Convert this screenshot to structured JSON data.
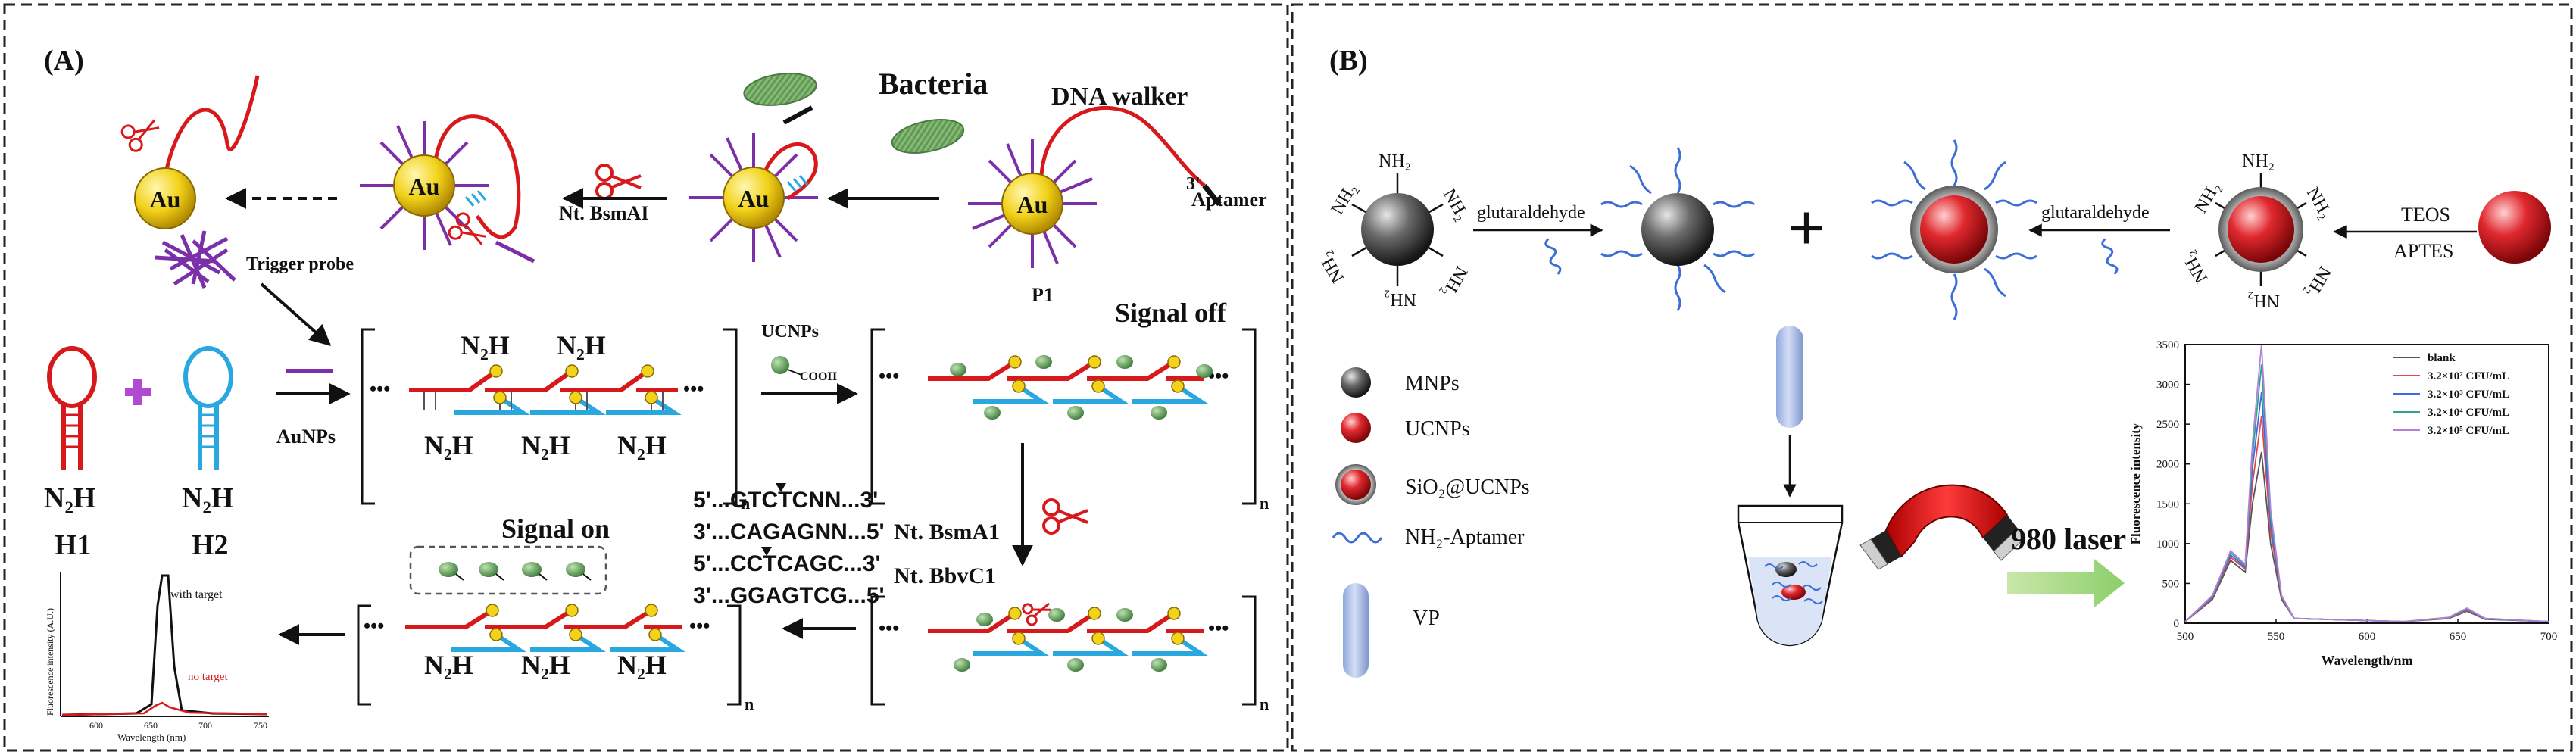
{
  "panel_a": {
    "label": "(A)",
    "bacteria": "Bacteria",
    "dna_walker": "DNA walker",
    "aptamer": "Aptamer",
    "three_prime": "3'",
    "p1": "P1",
    "au": "Au",
    "nt_bsmai": "Nt. BsmAI",
    "trigger_probe": "Trigger probe",
    "n2h": "N₂H",
    "h1": "H1",
    "h2": "H2",
    "aunps": "AuNPs",
    "ucnps": "UCNPs",
    "cooh": "COOH",
    "signal_off": "Signal off",
    "signal_on": "Signal on",
    "n": "n",
    "dots": "•••",
    "seq1": "5'...GTCTCNN...3'",
    "seq2": "3'...CAGAGNN...5'",
    "seq3": "5'...CCTCAGC...3'",
    "seq4": "3'...GGAGTCG...5'",
    "nt_bsma1": "Nt. BsmA1",
    "nt_bbvc1": "Nt. BbvC1",
    "inset": {
      "with_target": "with target",
      "no_target": "no target",
      "xlabel": "Wavelength (nm)",
      "ylabel": "Fluorescence intensity (A.U.)",
      "ticks": [
        "600",
        "650",
        "700",
        "750"
      ]
    },
    "colors": {
      "red": "#d7191c",
      "blue": "#29a8e0",
      "purple": "#7b2fa8",
      "gold": "#e6c200",
      "green": "#3a9a3a"
    }
  },
  "panel_b": {
    "label": "(B)",
    "nh2": "NH₂",
    "glutaraldehyde": "glutaraldehyde",
    "teos": "TEOS",
    "aptes": "APTES",
    "plus": "+",
    "laser": "980 laser",
    "legend": [
      {
        "key": "mnps",
        "label": "MNPs"
      },
      {
        "key": "ucnps",
        "label": "UCNPs"
      },
      {
        "key": "sio2",
        "label": "SiO₂@UCNPs"
      },
      {
        "key": "aptamer",
        "label": "NH₂-Aptamer"
      },
      {
        "key": "vp",
        "label": "VP"
      }
    ]
  },
  "chart_data": {
    "type": "line",
    "xlabel": "Wavelength/nm",
    "ylabel": "Fluorescence intensity",
    "xlim": [
      500,
      700
    ],
    "ylim": [
      0,
      3500
    ],
    "xticks": [
      500,
      550,
      600,
      650,
      700
    ],
    "yticks": [
      0,
      500,
      1000,
      1500,
      2000,
      2500,
      3000,
      3500
    ],
    "legend_position": "top-right",
    "series": [
      {
        "name": "blank",
        "color": "#555555",
        "points": [
          [
            500,
            20
          ],
          [
            515,
            300
          ],
          [
            525,
            790
          ],
          [
            533,
            640
          ],
          [
            537,
            1500
          ],
          [
            542,
            2150
          ],
          [
            547,
            1000
          ],
          [
            553,
            300
          ],
          [
            560,
            60
          ],
          [
            620,
            20
          ],
          [
            645,
            60
          ],
          [
            655,
            150
          ],
          [
            665,
            50
          ],
          [
            700,
            20
          ]
        ]
      },
      {
        "name": "3.2×10² CFU/mL",
        "color": "#e8464f",
        "points": [
          [
            500,
            20
          ],
          [
            515,
            320
          ],
          [
            525,
            830
          ],
          [
            533,
            680
          ],
          [
            537,
            1750
          ],
          [
            542,
            2600
          ],
          [
            547,
            1150
          ],
          [
            553,
            320
          ],
          [
            560,
            60
          ],
          [
            620,
            20
          ],
          [
            645,
            65
          ],
          [
            655,
            160
          ],
          [
            665,
            55
          ],
          [
            700,
            20
          ]
        ]
      },
      {
        "name": "3.2×10³ CFU/mL",
        "color": "#4169e1",
        "points": [
          [
            500,
            20
          ],
          [
            515,
            330
          ],
          [
            525,
            860
          ],
          [
            533,
            700
          ],
          [
            537,
            1950
          ],
          [
            542,
            2900
          ],
          [
            547,
            1250
          ],
          [
            553,
            330
          ],
          [
            560,
            60
          ],
          [
            620,
            20
          ],
          [
            645,
            70
          ],
          [
            655,
            170
          ],
          [
            665,
            55
          ],
          [
            700,
            20
          ]
        ]
      },
      {
        "name": "3.2×10⁴ CFU/mL",
        "color": "#2ca58d",
        "points": [
          [
            500,
            20
          ],
          [
            515,
            340
          ],
          [
            525,
            890
          ],
          [
            533,
            720
          ],
          [
            537,
            2100
          ],
          [
            542,
            3250
          ],
          [
            547,
            1350
          ],
          [
            553,
            340
          ],
          [
            560,
            60
          ],
          [
            620,
            20
          ],
          [
            645,
            70
          ],
          [
            655,
            180
          ],
          [
            665,
            60
          ],
          [
            700,
            20
          ]
        ]
      },
      {
        "name": "3.2×10⁵ CFU/mL",
        "color": "#b57fd6",
        "points": [
          [
            500,
            20
          ],
          [
            515,
            350
          ],
          [
            525,
            910
          ],
          [
            533,
            740
          ],
          [
            537,
            2250
          ],
          [
            542,
            3500
          ],
          [
            547,
            1420
          ],
          [
            553,
            350
          ],
          [
            560,
            60
          ],
          [
            620,
            20
          ],
          [
            645,
            75
          ],
          [
            655,
            190
          ],
          [
            665,
            60
          ],
          [
            700,
            20
          ]
        ]
      }
    ]
  }
}
